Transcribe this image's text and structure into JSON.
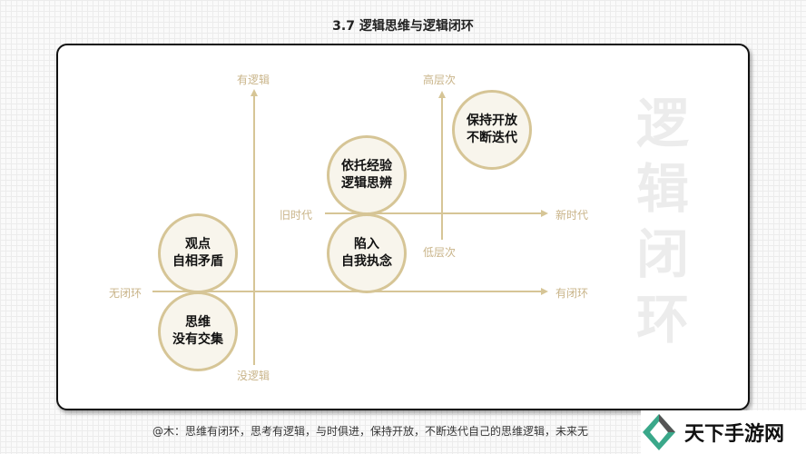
{
  "title": "3.7   逻辑思维与逻辑闭环",
  "axes": {
    "loop_left": "无闭环",
    "loop_right": "有闭环",
    "logic_top": "有逻辑",
    "logic_bottom": "没逻辑",
    "era_left": "旧时代",
    "era_right": "新时代",
    "level_top": "高层次",
    "level_bottom": "低层次"
  },
  "circles": [
    {
      "line1": "观点",
      "line2": "自相矛盾"
    },
    {
      "line1": "思维",
      "line2": "没有交集"
    },
    {
      "line1": "依托经验",
      "line2": "逻辑思辨"
    },
    {
      "line1": "陷入",
      "line2": "自我执念"
    },
    {
      "line1": "保持开放",
      "line2": "不断迭代"
    }
  ],
  "watermark": [
    "逻",
    "辑",
    "闭",
    "环"
  ],
  "footer": "@木：思维有闭环，思考有逻辑，与时俱进，保持开放，不断迭代自己的思维逻辑，未来无",
  "logo": {
    "name": "天下手游网",
    "colors": [
      "#3aa88a",
      "#555555"
    ]
  },
  "colors": {
    "accent": "#d6c596",
    "label": "#c9b489"
  }
}
